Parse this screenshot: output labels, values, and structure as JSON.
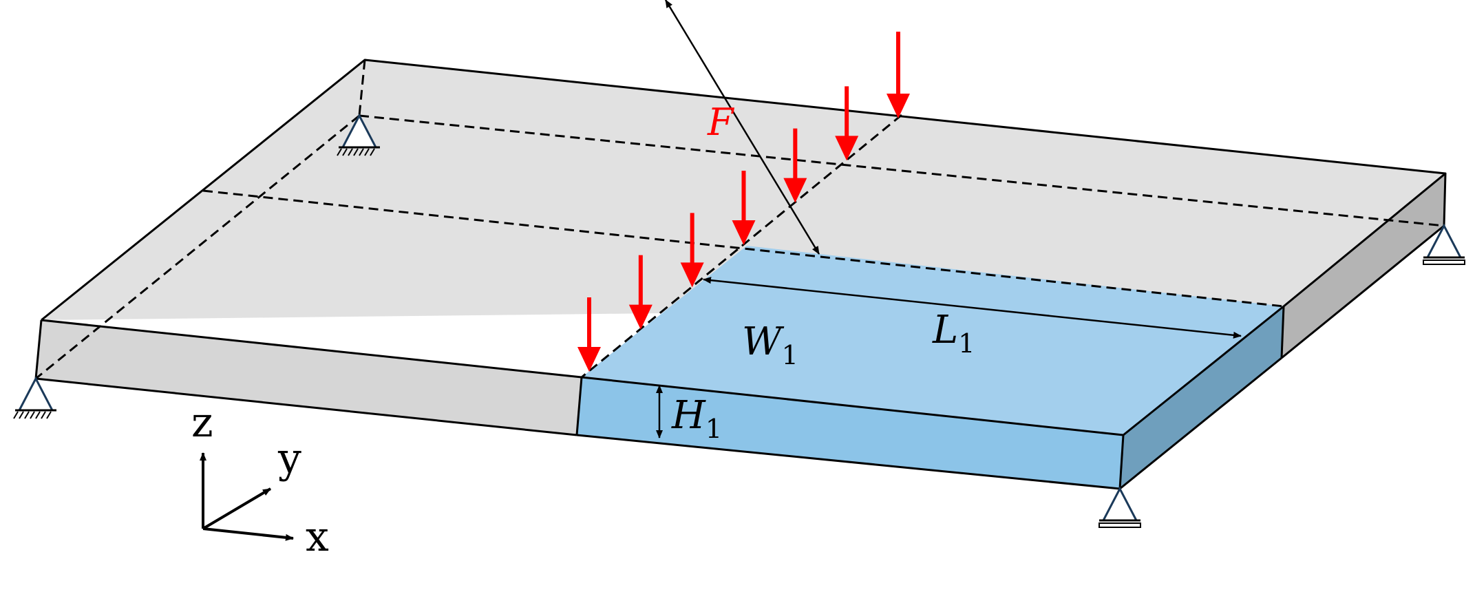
{
  "labels": {
    "force": "F",
    "width": "W",
    "width_sub": "1",
    "length": "L",
    "length_sub": "1",
    "height": "H",
    "height_sub": "1",
    "axis_z": "z",
    "axis_y": "y",
    "axis_x": "x"
  },
  "colors": {
    "plate_top": "#e1e1e1",
    "plate_front": "#d6d6d6",
    "plate_side": "#b4b4b4",
    "region_top": "#a3cfed",
    "region_front": "#8cc4e8",
    "region_side": "#6f9fbd",
    "force_arrow": "#ff0000",
    "support": "#1b3a5a",
    "outline": "#000000"
  },
  "icons": {
    "pinned_support": "pinned-support-icon",
    "roller_support": "roller-support-icon"
  },
  "force_arrow_count": 7
}
